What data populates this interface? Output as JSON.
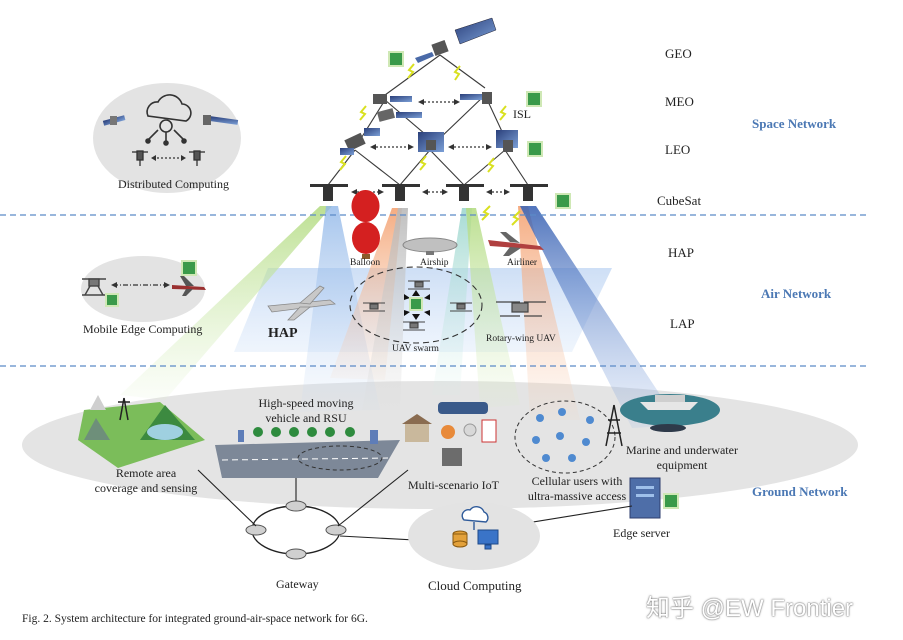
{
  "orbits": {
    "geo": "GEO",
    "meo": "MEO",
    "leo": "LEO",
    "cubesat": "CubeSat",
    "hap": "HAP",
    "lap": "LAP"
  },
  "networks": {
    "space": "Space Network",
    "air": "Air Network",
    "ground": "Ground Network"
  },
  "labels": {
    "isl": "ISL",
    "distributed": "Distributed Computing",
    "balloon": "Balloon",
    "airship": "Airship",
    "airliner": "Airliner",
    "mec": "Mobile Edge Computing",
    "hap_craft": "HAP",
    "uav_swarm": "UAV swarm",
    "rotary": "Rotary-wing UAV",
    "hsr_1": "High-speed moving",
    "hsr_2": "vehicle and RSU",
    "remote_1": "Remote area",
    "remote_2": "coverage and sensing",
    "iot": "Multi-scenario IoT",
    "cellular_1": "Cellular users with",
    "cellular_2": "ultra-massive access",
    "marine_1": "Marine and underwater",
    "marine_2": "equipment",
    "edge": "Edge server",
    "gateway": "Gateway",
    "cloud": "Cloud Computing"
  },
  "caption": "Fig. 2.    System architecture for integrated ground-air-space network for 6G.",
  "watermark": "知乎 @EW Frontier",
  "colors": {
    "network_label": "#4b78b4",
    "divider": "#5b8ac8",
    "beam_blue": "#4f77c0",
    "beam_green": "#9ccf6a",
    "beam_orange": "#f0a070",
    "beam_gray": "#aaaaaa"
  }
}
